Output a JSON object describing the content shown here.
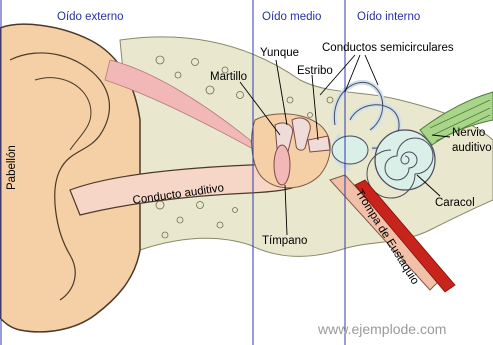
{
  "sections": {
    "outer": "Oído externo",
    "middle": "Oído medio",
    "inner": "Oído interno"
  },
  "labels": {
    "pabellon": "Pabellón",
    "conducto_auditivo": "Conducto auditivo",
    "martillo": "Martillo",
    "yunque": "Yunque",
    "estribo": "Estribo",
    "conductos_semicirculares": "Conductos semicirculares",
    "nervio": "Nervio",
    "auditivo": "auditivo",
    "caracol": "Caracol",
    "timpano": "Tímpano",
    "trompa": "Trompa de Eustaquio"
  },
  "watermark": "www.ejemplode.com",
  "colors": {
    "skin": "#f5cfa6",
    "skin_outline": "#4a3a2a",
    "bone": "#e9e8cf",
    "pink": "#f2b7b7",
    "inner_ear": "#d9efe7",
    "nerve": "#a9d58b",
    "canal": "#f6d6c6",
    "tube_red": "#c8241c",
    "divider": "#2d3bb0",
    "section_text": "#2431a6"
  }
}
